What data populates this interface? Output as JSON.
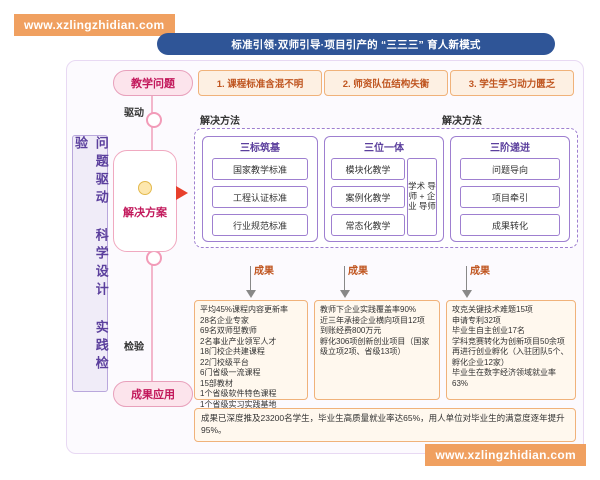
{
  "watermarks": {
    "top_left": "www.xzlingzhidian.com",
    "bottom_right": "www.xzlingzhidian.com"
  },
  "title": "标准引领·双师引导·项目引产的 “三三三” 育人新模式",
  "left_strip": "问题驱动 科学设计 实践检验",
  "flow": {
    "problem_pill": "教学问题",
    "apply_pill": "成果应用",
    "drive_label": "驱动",
    "check_label": "检验",
    "solution_box": "解决方案"
  },
  "problems": [
    "1. 课程标准含混不明",
    "2. 师资队伍结构失衡",
    "3. 学生学习动力匮乏"
  ],
  "solution_method_labels": [
    "解决方法",
    "解决方法"
  ],
  "columns": [
    {
      "head": "三标筑基",
      "items": [
        "国家教学标准",
        "工程认证标准",
        "行业规范标准"
      ]
    },
    {
      "head": "三位一体",
      "items": [
        "模块化教学",
        "案例化教学",
        "常态化教学"
      ],
      "side": [
        "学术 导师 + 企业 导师"
      ]
    },
    {
      "head": "三阶递进",
      "items": [
        "问题导向",
        "项目牵引",
        "成果转化"
      ]
    }
  ],
  "result_labels": [
    "成果",
    "成果",
    "成果"
  ],
  "outcomes": [
    {
      "lines": [
        {
          "t": "平均",
          "h": "45%"
        },
        {
          "t": "课程内容更新率"
        },
        {
          "h": "28"
        },
        {
          "t": "名企业专家"
        },
        {
          "h": "69"
        },
        {
          "t": "名双师型教师"
        },
        {
          "h": "2"
        },
        {
          "t": "名事业产业领军人才"
        },
        {
          "h": "18"
        },
        {
          "t": "门校企共建课程"
        },
        {
          "h": "22"
        },
        {
          "t": "门校级平台"
        },
        {
          "h": "6"
        },
        {
          "t": "门省级一流课程"
        },
        {
          "h": "15"
        },
        {
          "t": "部教材"
        },
        {
          "h": "1"
        },
        {
          "t": "个省级软件特色课程"
        },
        {
          "h": "1"
        },
        {
          "t": "个省级实习实践基地"
        }
      ],
      "text": "平均45%课程内容更新率\n28名企业专家\n69名双师型教师\n2名事业产业领军人才\n18门校企共建课程\n22门校级平台\n6门省级一流课程\n15部教材\n1个省级软件特色课程\n1个省级实习实践基地"
    },
    {
      "text": "教师下企业实践覆盖率90%\n近三年承接企业横向项目12项\n到账经费800万元\n孵化306项创新创业项目（国家级立项2项、省级13项）"
    },
    {
      "text": "攻克关键技术难题15项\n申请专利32项\n毕业生自主创业17名\n学科竞赛转化为创新项目50余项\n再进行创业孵化（入驻团队5个、孵化企业12家）\n毕业生在数字经济领域就业率63%"
    }
  ],
  "summary": "成果已深度推及23200名学生，毕业生高质量就业率达65%，用人单位对毕业生的满意度逐年提升95%。",
  "colors": {
    "title_bg": "#2f5597",
    "accent_orange": "#f0b27a",
    "accent_purple": "#9e7fd0",
    "accent_pink": "#e8a0bb",
    "highlight_red": "#e8402c",
    "watermark_bg": "#f0a060"
  }
}
